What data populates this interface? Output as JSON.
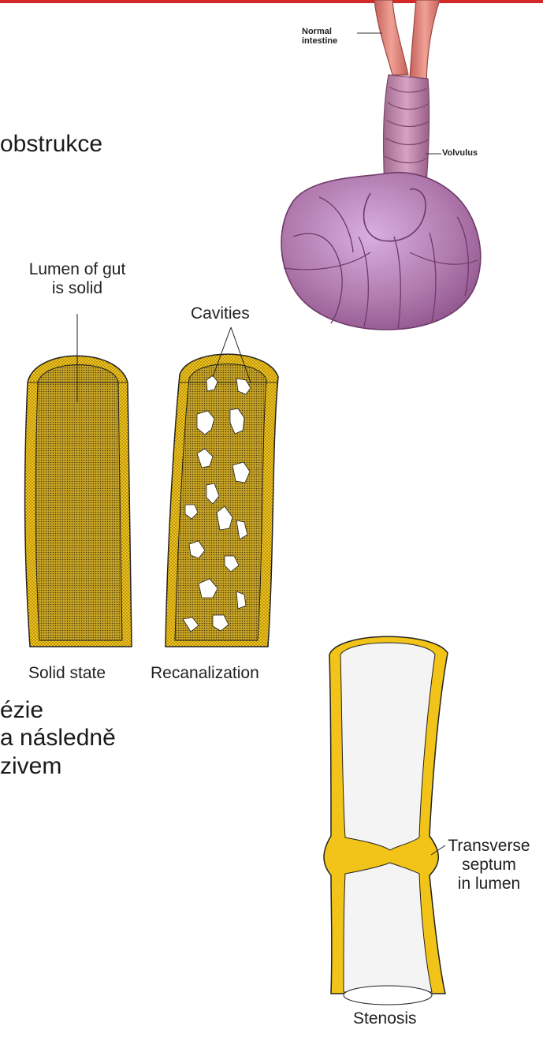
{
  "slide_text": {
    "line1": "obstrukce",
    "line2": "ézie",
    "line3": "a následně",
    "line4": "zivem"
  },
  "volvulus_figure": {
    "label_normal_intestine_1": "Normal",
    "label_normal_intestine_2": "intestine",
    "label_volvulus": "Volvulus"
  },
  "recanalization_figure": {
    "label_lumen_1": "Lumen of gut",
    "label_lumen_2": "is solid",
    "label_cavities": "Cavities",
    "caption_solid": "Solid state",
    "caption_recanalization": "Recanalization"
  },
  "stenosis_figure": {
    "label_septum_1": "Transverse",
    "label_septum_2": "septum",
    "label_septum_3": "in lumen",
    "caption": "Stenosis"
  },
  "colors": {
    "accent_bar": "#d22a2a",
    "gut_wall_yellow": "#f2c419",
    "volvulus_purple": "#b87fb0",
    "intestine_pink": "#e0837a"
  }
}
